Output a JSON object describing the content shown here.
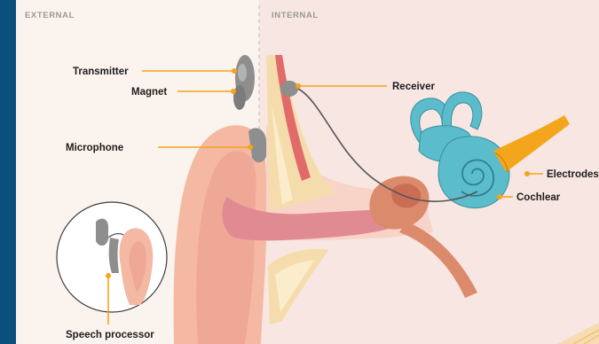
{
  "sections": {
    "external": "EXTERNAL",
    "internal": "INTERNAL"
  },
  "labels": {
    "transmitter": "Transmitter",
    "magnet": "Magnet",
    "microphone": "Microphone",
    "receiver": "Receiver",
    "electrodes": "Electrodes",
    "cochlear": "Cochlear",
    "speech_processor": "Speech processor"
  },
  "colors": {
    "background_frame": "#0b4f7c",
    "panel": "#fbf3ee",
    "internal_panel": "#f7e4df",
    "leader_line": "#f3a51c",
    "device_gray": "#8e8e8e",
    "ear_skin": "#f4b9a5",
    "cartilage": "#f5ddb0",
    "cochlea": "#5bbccb",
    "electrode_array": "#f3a51c",
    "middle_ear": "#d9826a"
  }
}
